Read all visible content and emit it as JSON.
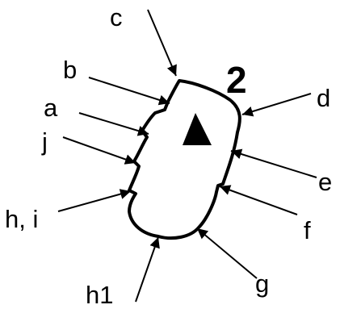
{
  "diagram": {
    "number_label": "2",
    "labels": {
      "a": "a",
      "b": "b",
      "c": "c",
      "d": "d",
      "e": "e",
      "f": "f",
      "g": "g",
      "h_i": "h, i",
      "h1": "h1",
      "j": "j"
    },
    "colors": {
      "ink": "#000000",
      "background": "#ffffff"
    },
    "center_marker_icon": "filled-triangle"
  }
}
